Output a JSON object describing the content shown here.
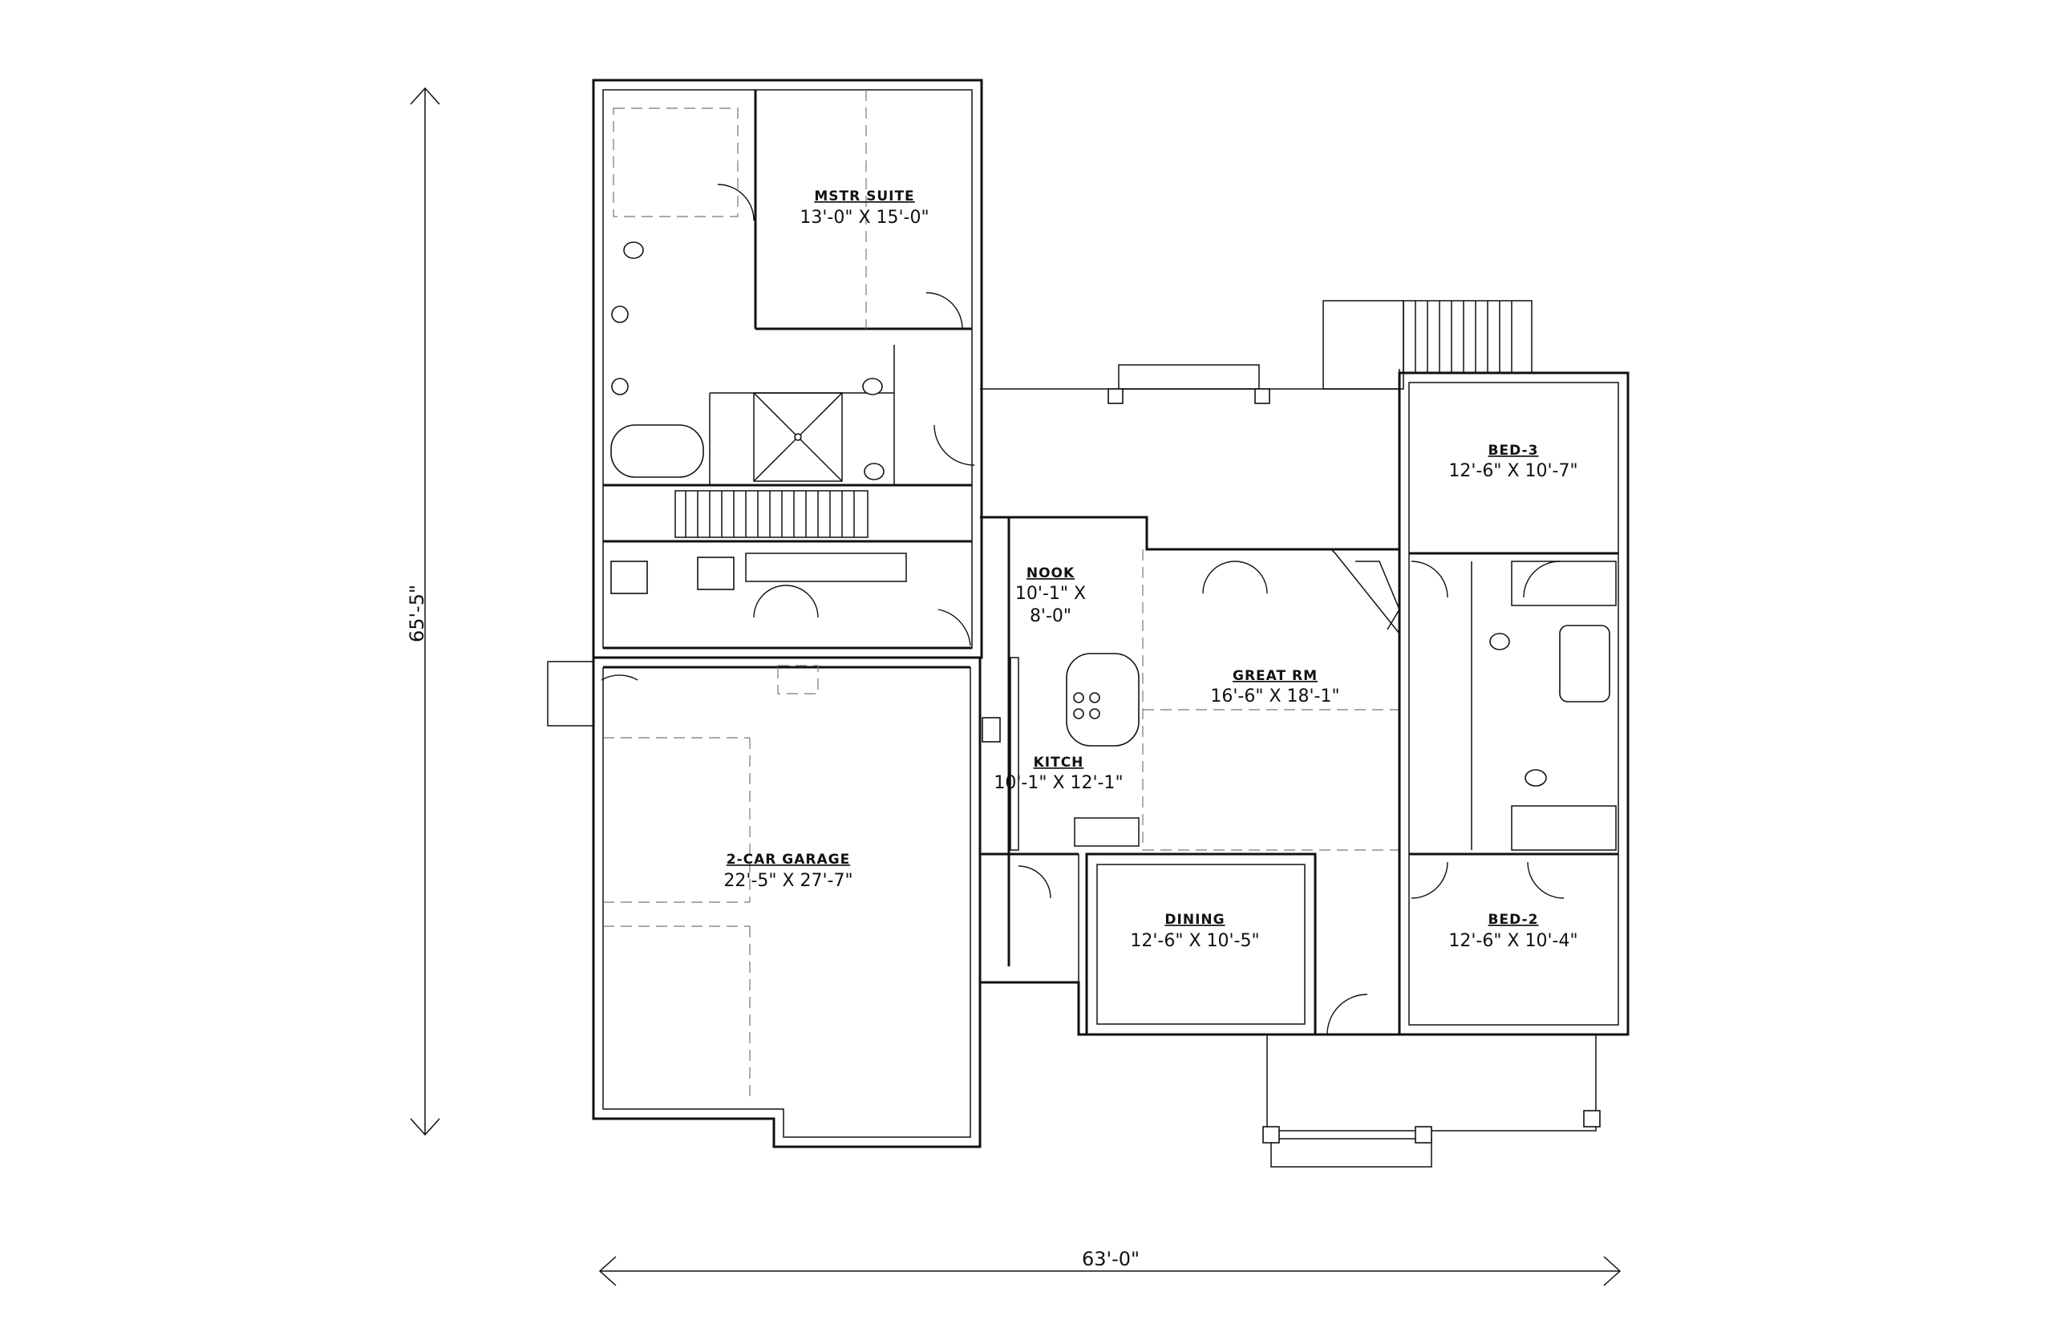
{
  "rooms": {
    "master_suite": {
      "name": "MSTR SUITE",
      "dims": "13'-0\" X 15'-0\""
    },
    "bed3": {
      "name": "BED-3",
      "dims": "12'-6\" X 10'-7\""
    },
    "nook": {
      "name": "NOOK",
      "dims_line1": "10'-1\" X",
      "dims_line2": "8'-0\""
    },
    "great_rm": {
      "name": "GREAT RM",
      "dims": "16'-6\" X 18'-1\""
    },
    "kitch": {
      "name": "KITCH",
      "dims": "10'-1\" X 12'-1\""
    },
    "garage": {
      "name": "2-CAR GARAGE",
      "dims": "22'-5\" X 27'-7\""
    },
    "dining": {
      "name": "DINING",
      "dims": "12'-6\" X 10'-5\""
    },
    "bed2": {
      "name": "BED-2",
      "dims": "12'-6\" X 10'-4\""
    }
  },
  "overall": {
    "depth": "65'-5\"",
    "width": "63'-0\""
  }
}
